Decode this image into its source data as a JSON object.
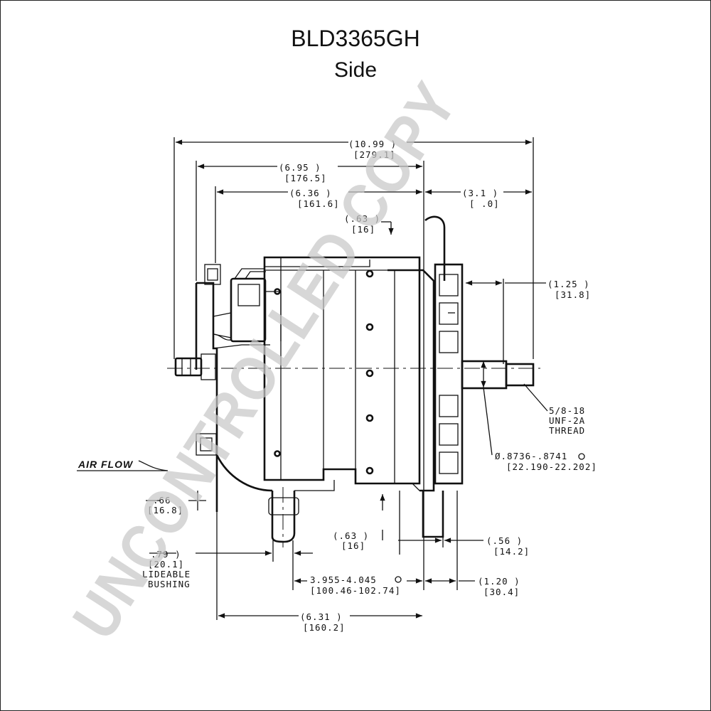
{
  "header": {
    "model": "BLD3365GH",
    "view": "Side"
  },
  "watermark": "UNCONTROLLED COPY",
  "airflow_label": "AIR FLOW",
  "dimensions": {
    "overall_length": {
      "in": "(10.99   )",
      "mm": "[279.1]"
    },
    "front_to_case": {
      "in": "(6.95    )",
      "mm": "[176.5]"
    },
    "case_length": {
      "in": "(6.36    )",
      "mm": "[161.6]"
    },
    "shaft_extension": {
      "in": "(3.1    )",
      "mm": "[  .0]"
    },
    "fan_offset": {
      "in": "(.63  )",
      "mm": "[16]"
    },
    "pulley_width": {
      "in": "(1.25    )",
      "mm": "[31.8]"
    },
    "mount_height": {
      "in": ".66",
      "mm": "[16.8]"
    },
    "mount_inset": {
      "in": "(.63  )",
      "mm": "[16]"
    },
    "bushing_offset": {
      "in": ".79   )",
      "mm": "[20.1]"
    },
    "bushing_span": {
      "in": "3.955-4.045",
      "mm": "[100.46-102.74]"
    },
    "foot_width": {
      "in": "(.56    )",
      "mm": "[14.2]"
    },
    "foot_to_front": {
      "in": "(1.20    )",
      "mm": "[30.4]"
    },
    "mount_to_front": {
      "in": "(6.31    )",
      "mm": "[160.2]"
    }
  },
  "thread_note": [
    "5/8-18",
    "UNF-2A",
    "THREAD"
  ],
  "shaft_diameter": {
    "in": "Ø.8736-.8741",
    "mm": "[22.190-22.202]"
  },
  "bushing_note": [
    "LIDEABLE",
    "BUSHING"
  ]
}
